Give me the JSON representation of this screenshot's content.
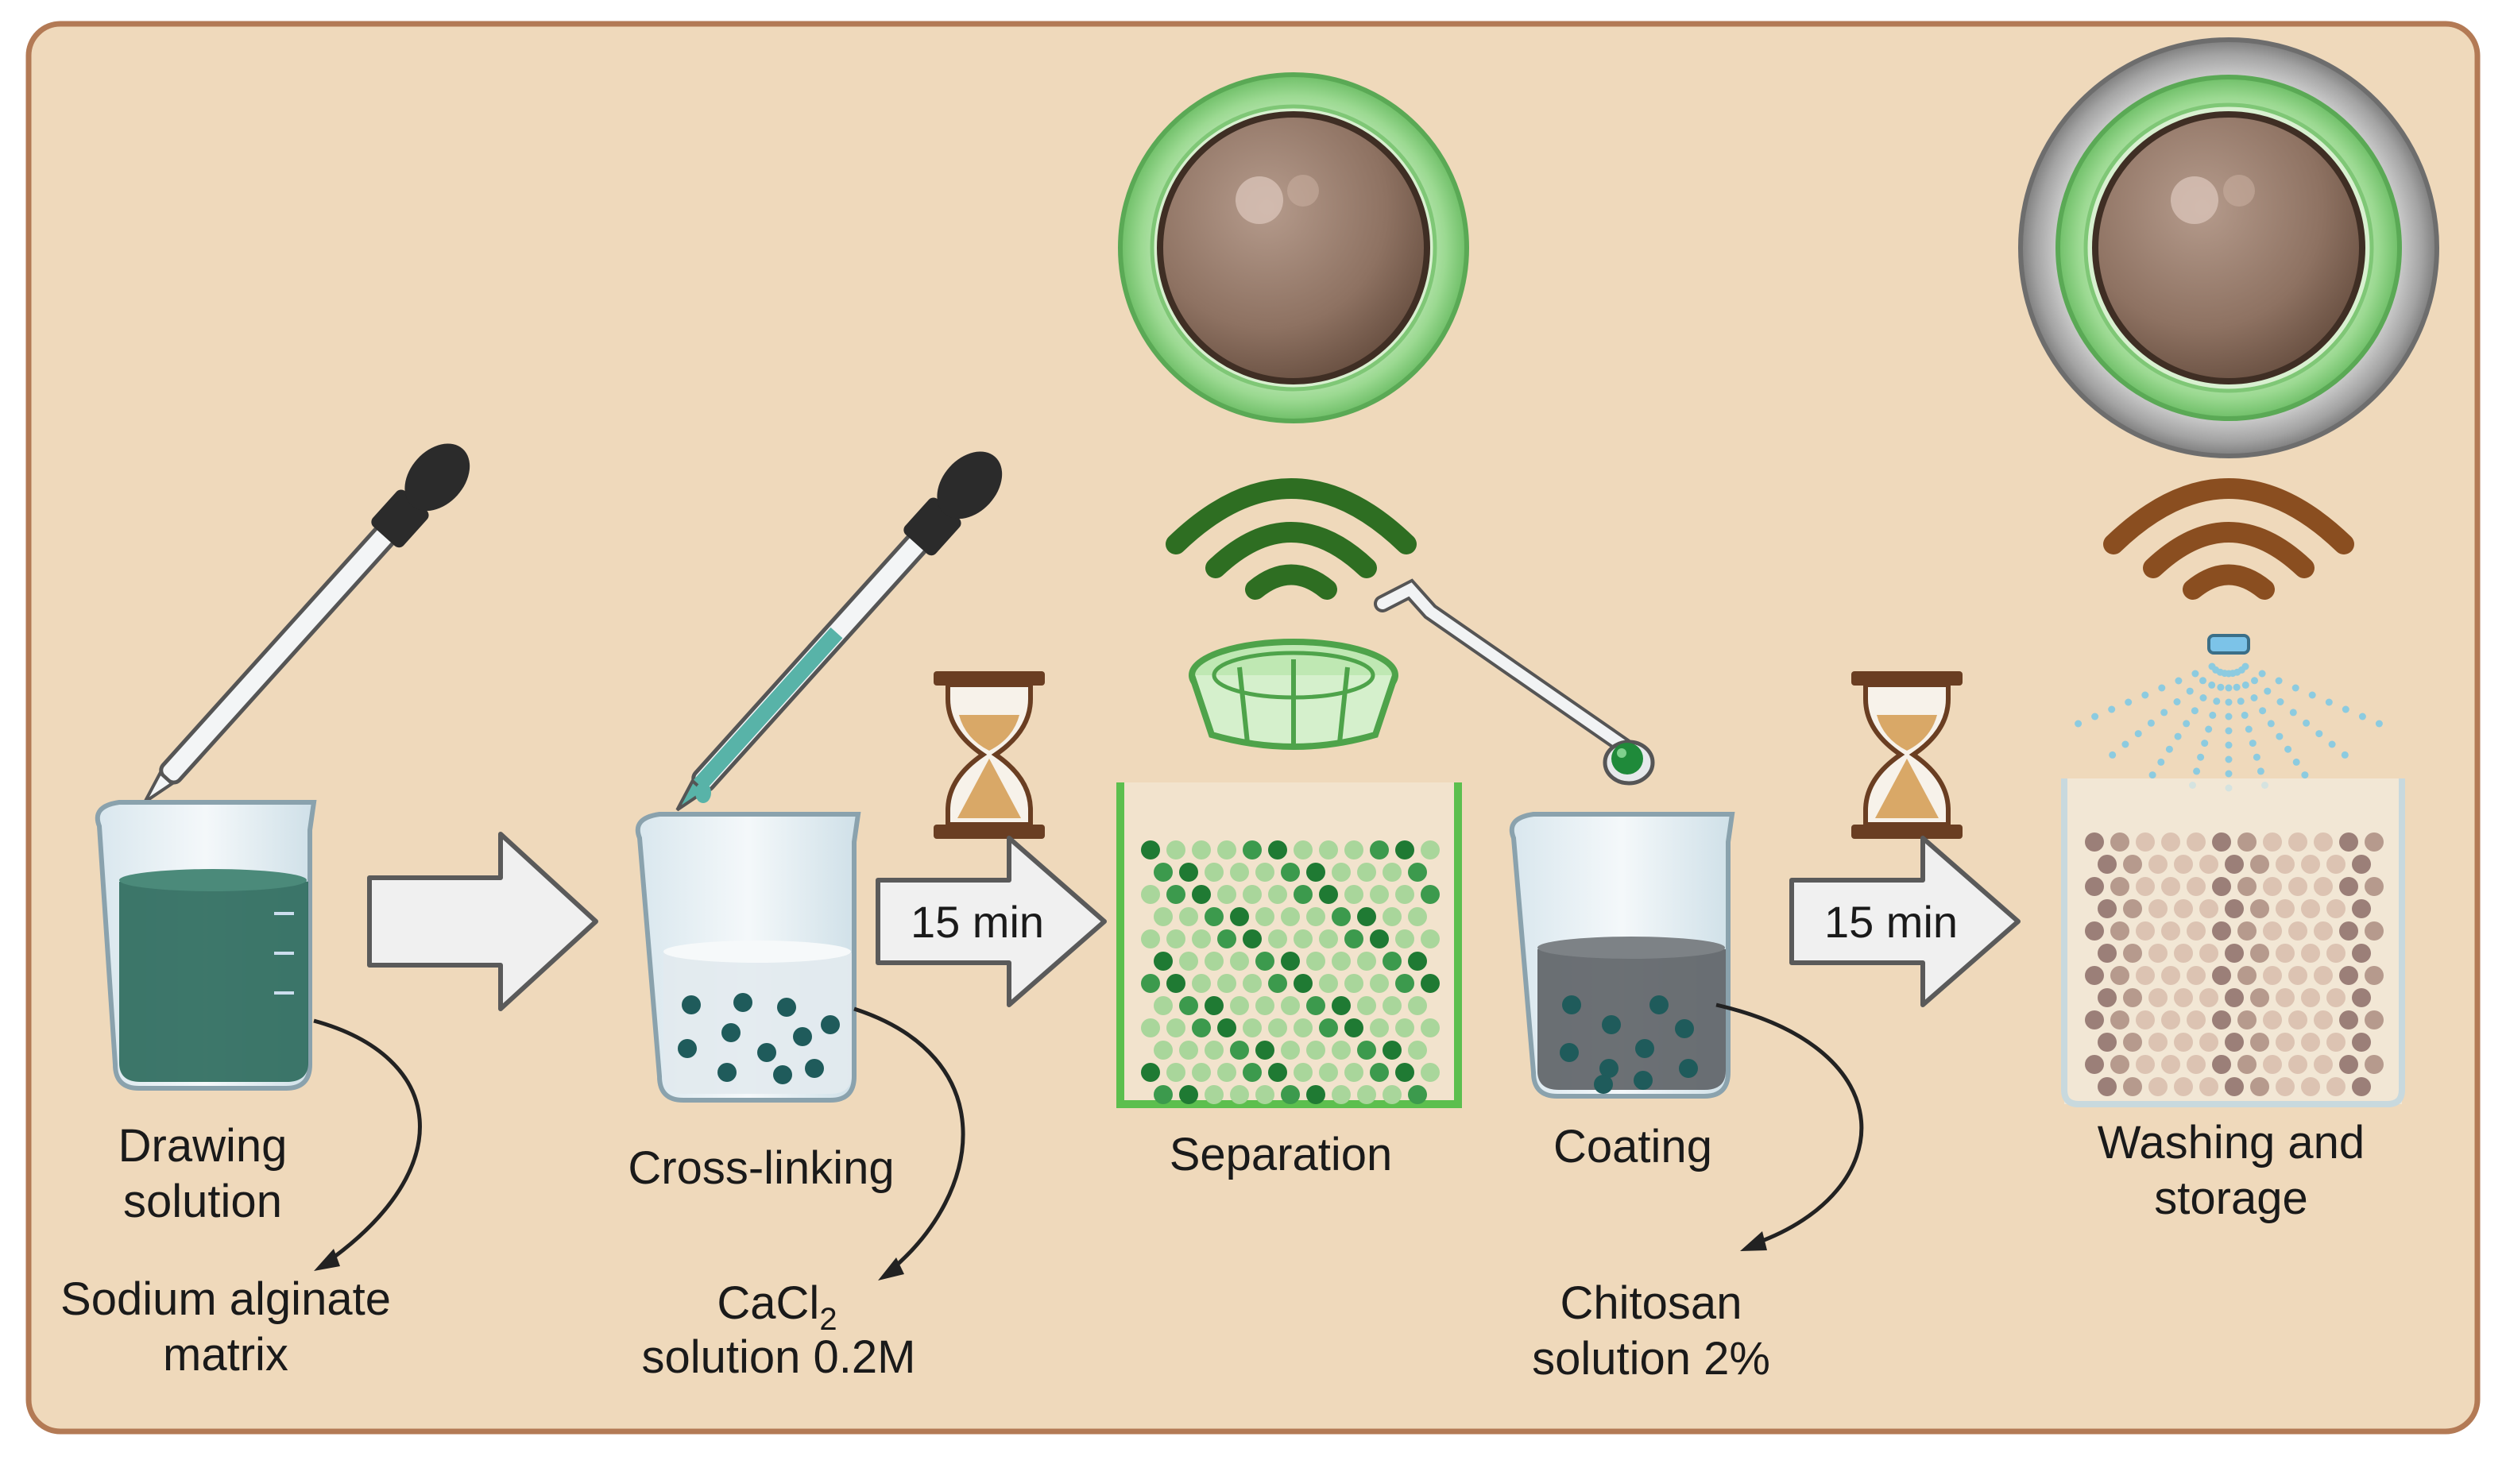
{
  "steps": [
    {
      "label_lines": [
        "Drawing",
        "solution"
      ],
      "note_lines": [
        "Sodium alginate",
        "matrix"
      ]
    },
    {
      "label_lines": [
        "Cross-linking"
      ],
      "note_line1_main": "CaCl",
      "note_line1_sub": "2",
      "note_line2": "solution 0.2M"
    },
    {
      "label_lines": [
        "Separation"
      ]
    },
    {
      "label_lines": [
        "Coating"
      ],
      "note_lines": [
        "Chitosan",
        "solution 2%"
      ]
    },
    {
      "label_lines": [
        "Washing and",
        "storage"
      ]
    }
  ],
  "arrows": [
    {
      "label": ""
    },
    {
      "label": "15 min"
    },
    {
      "label": "15 min"
    }
  ],
  "colors": {
    "panel_bg": "#efd9bb",
    "panel_border": "#b37a55",
    "alginate_green": "#2e6b5d",
    "bead_dark": "#1f5b5b",
    "bead_green": "#2e8a3e",
    "bead_light_green": "#a9d69b",
    "coat_green": "#8fd18a",
    "core_brown": "#8e7262",
    "signal_brown": "#8a4e20",
    "chitosan_gray": "#5f6468",
    "arrow_fill": "#f0f0f0"
  },
  "icons": [
    "dropper-icon",
    "hourglass-icon",
    "sieve-icon",
    "spatula-icon",
    "spray-nozzle-icon",
    "signal-waves-icon",
    "coated-bead-icon"
  ]
}
